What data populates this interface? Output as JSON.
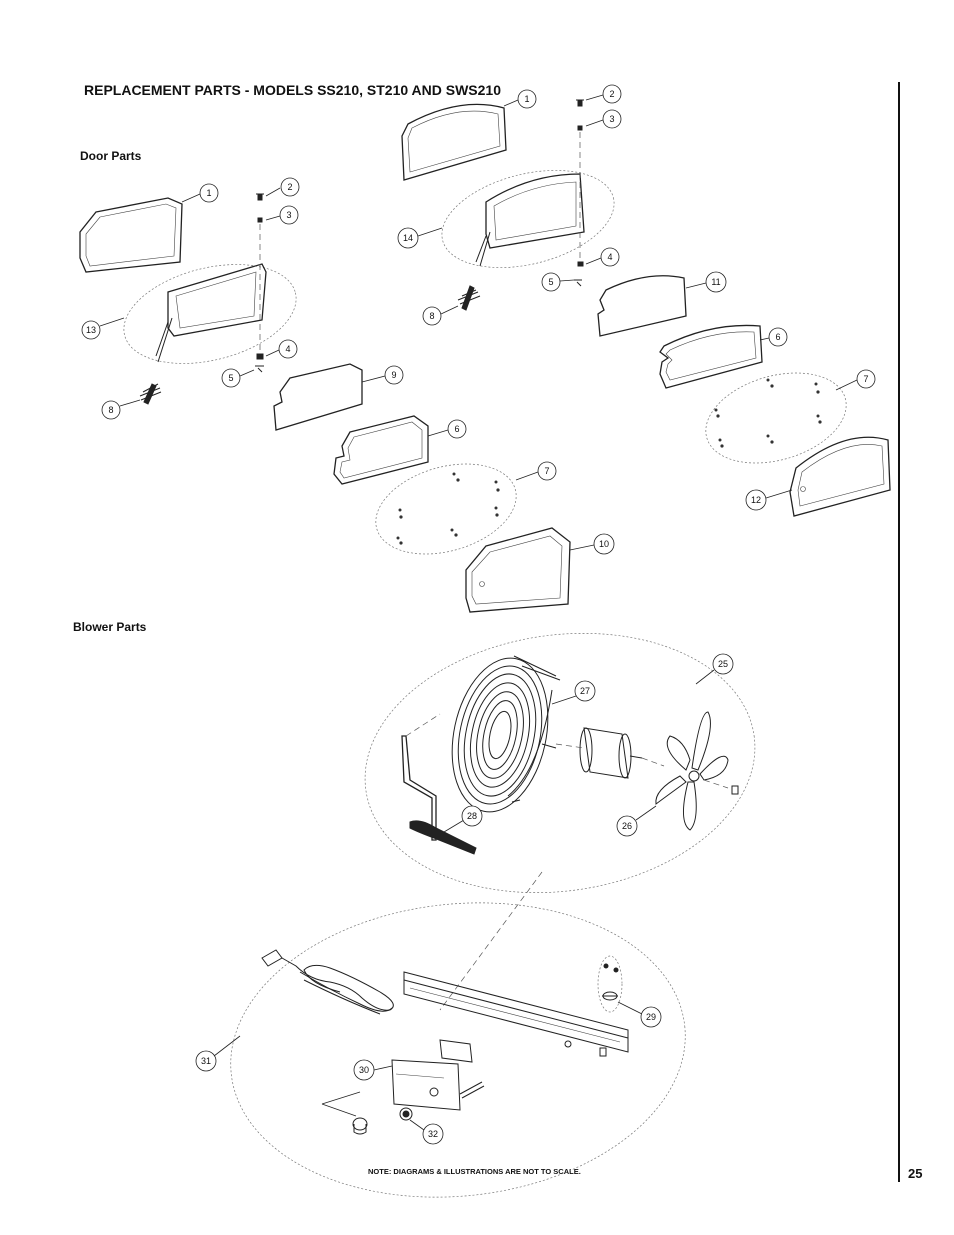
{
  "page": {
    "title": "REPLACEMENT PARTS - MODELS SS210, ST210 AND SWS210",
    "section_door": "Door Parts",
    "section_blower": "Blower Parts",
    "note": "NOTE: DIAGRAMS & ILLUSTRATIONS ARE NOT TO SCALE.",
    "page_number": "25"
  },
  "callouts": {
    "left_door": [
      "1",
      "2",
      "3",
      "13",
      "4",
      "5",
      "8",
      "9",
      "6",
      "7",
      "10"
    ],
    "right_door": [
      "1",
      "2",
      "3",
      "14",
      "4",
      "5",
      "8",
      "11",
      "6",
      "7",
      "12"
    ],
    "blower": [
      "25",
      "27",
      "28",
      "26",
      "29",
      "31",
      "30",
      "32"
    ]
  }
}
